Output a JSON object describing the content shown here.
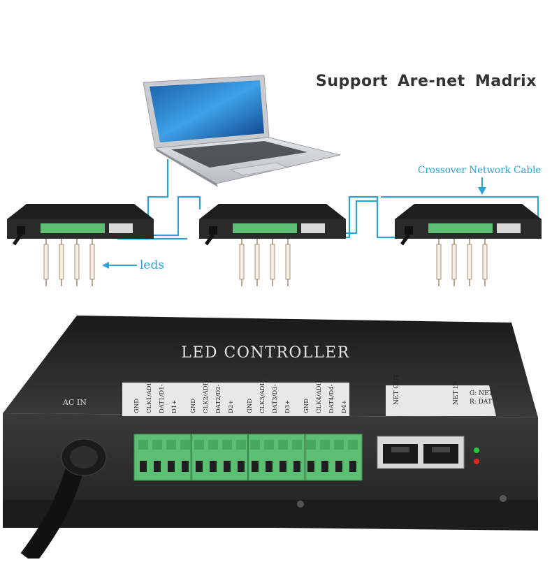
{
  "headline": "Support  Are-net  Madrix",
  "cable_label": "Crossover Network Cable",
  "leds_label": "leds",
  "device": {
    "brand_label": "LED CONTROLLER",
    "ac_in_label": "AC IN",
    "net_out_label": "NET OUT",
    "net_in_label": "NET IN",
    "led_legend": [
      "G: NET",
      "R: DAT"
    ],
    "terminal_groups": [
      [
        "GND",
        "CLK1/ADI",
        "DAT1/D1-",
        "D1+"
      ],
      [
        "GND",
        "CLK2/ADI",
        "DAT2/D2-",
        "D2+"
      ],
      [
        "GND",
        "CLK3/ADI",
        "DAT3/D3-",
        "D3+"
      ],
      [
        "GND",
        "CLK4/ADI",
        "DAT4/D4-",
        "D4+"
      ]
    ]
  },
  "colors": {
    "accent_cable": "#29a3d8",
    "device_body": "#2b2b2b",
    "terminal_green": "#5cbf73",
    "led_green": "#27c93f",
    "led_red": "#e02525"
  }
}
